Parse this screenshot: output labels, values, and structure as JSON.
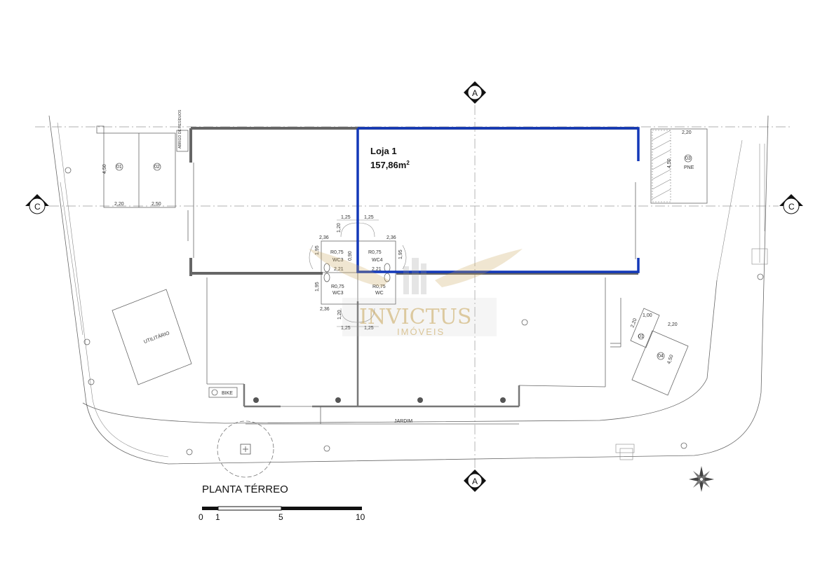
{
  "drawing": {
    "title": "PLANTA TÉRREO",
    "scale_bar": {
      "ticks": [
        "0",
        "1",
        "5",
        "10"
      ]
    },
    "section_markers": {
      "a": "A",
      "c": "C"
    },
    "watermark": {
      "brand": "INVICTUS",
      "sub": "IMÓVEIS",
      "color": "#c9a65a"
    },
    "highlight_color": "#1338b8"
  },
  "loja": {
    "name": "Loja 1",
    "area_value": "157,86m",
    "area_sup": "2"
  },
  "parking_left": {
    "spot_1": "01",
    "spot_2": "02",
    "dim_h": "4,50",
    "dim_w1": "2,20",
    "dim_w2": "2,50"
  },
  "parking_right": {
    "spot": "03",
    "spot_label": "PNE",
    "dim_w": "2,20",
    "dim_h": "4,50"
  },
  "parking_diag": {
    "spot_1": "01",
    "spot_2": "04",
    "dim_a": "1,00",
    "dim_b": "2,20",
    "dim_c": "2,20",
    "dim_d": "4,50"
  },
  "rooms": {
    "abrigo": "ABRIGO DE RESÍDUOS",
    "utilitario": "UTILITÁRIO",
    "bike": "BIKE",
    "jardim": "JARDIM"
  },
  "wc": {
    "wc3_top": {
      "label": "WC3",
      "radius": "R0,75"
    },
    "wc4": {
      "label": "WC4",
      "radius": "R0,75"
    },
    "wc3_bottom": {
      "label": "WC3",
      "radius": "R0,75"
    },
    "wc_bottom_right": {
      "label": "WC",
      "radius": "R0,75"
    },
    "dims": {
      "d125a": "1,25",
      "d125b": "1,25",
      "d125c": "1,25",
      "d125d": "1,25",
      "d236a": "2,36",
      "d236b": "2,36",
      "d236c": "2,36",
      "d120a": "1,20",
      "d120b": "1,20",
      "d195a": "1,95",
      "d195b": "1,95",
      "d195c": "1,95",
      "d221a": "2,21",
      "d221b": "2,21",
      "d090": "0,90"
    }
  }
}
